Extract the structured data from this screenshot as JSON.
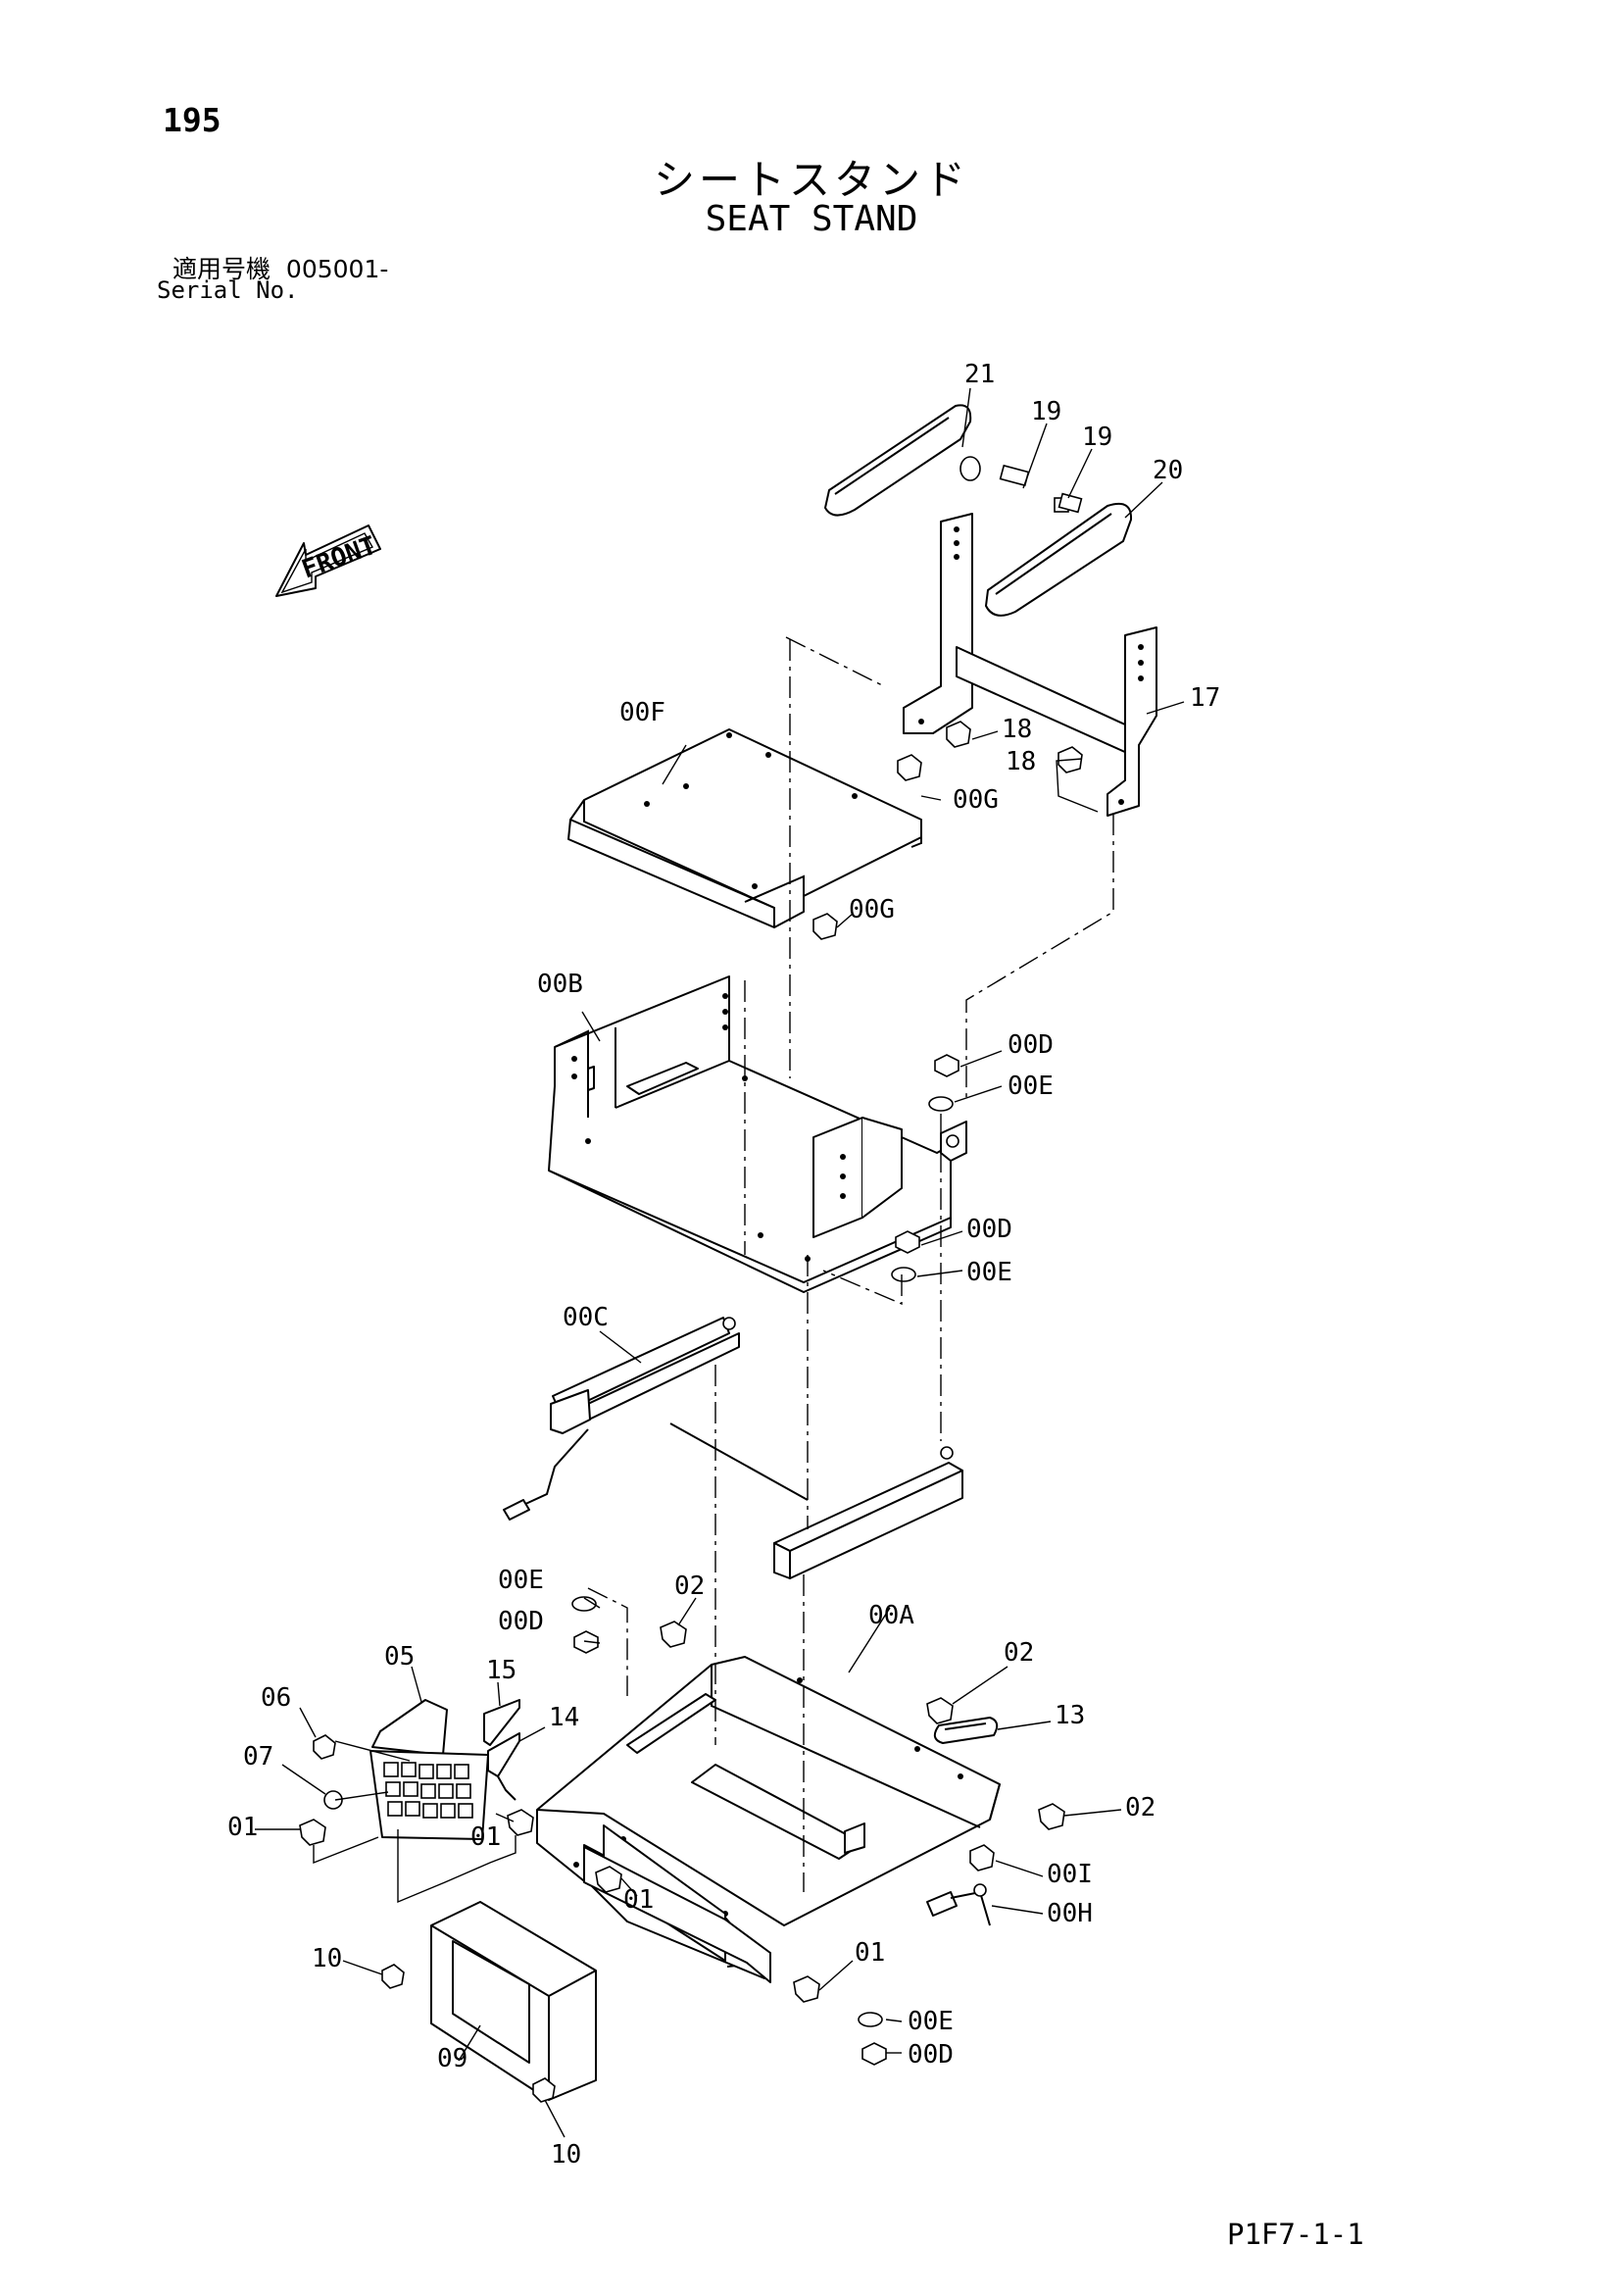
{
  "page_number": "195",
  "title_jp": "シートスタンド",
  "title_en": "SEAT STAND",
  "serial": {
    "label_jp": "適用号機",
    "label_en": "Serial No.",
    "value": "005001-"
  },
  "front_label": "FRONT",
  "doc_code": "P1F7-1-1",
  "callouts": {
    "c21": "21",
    "c19a": "19",
    "c19b": "19",
    "c20": "20",
    "c17": "17",
    "c18a": "18",
    "c18b": "18",
    "c00F": "00F",
    "c00Ga": "00G",
    "c00Gb": "00G",
    "c00B": "00B",
    "c00Da": "00D",
    "c00Ea": "00E",
    "c00Db": "00D",
    "c00Eb": "00E",
    "c00C": "00C",
    "c00Ec": "00E",
    "c00Dc": "00D",
    "c02a": "02",
    "c00A": "00A",
    "c02b": "02",
    "c13": "13",
    "c02c": "02",
    "c05": "05",
    "c15": "15",
    "c14": "14",
    "c06": "06",
    "c07": "07",
    "c01a": "01",
    "c01b": "01",
    "c01c": "01",
    "c00I": "00I",
    "c00H": "00H",
    "c10a": "10",
    "c09": "09",
    "c01d": "01",
    "c00Ed": "00E",
    "c00Dd": "00D",
    "c10b": "10"
  }
}
